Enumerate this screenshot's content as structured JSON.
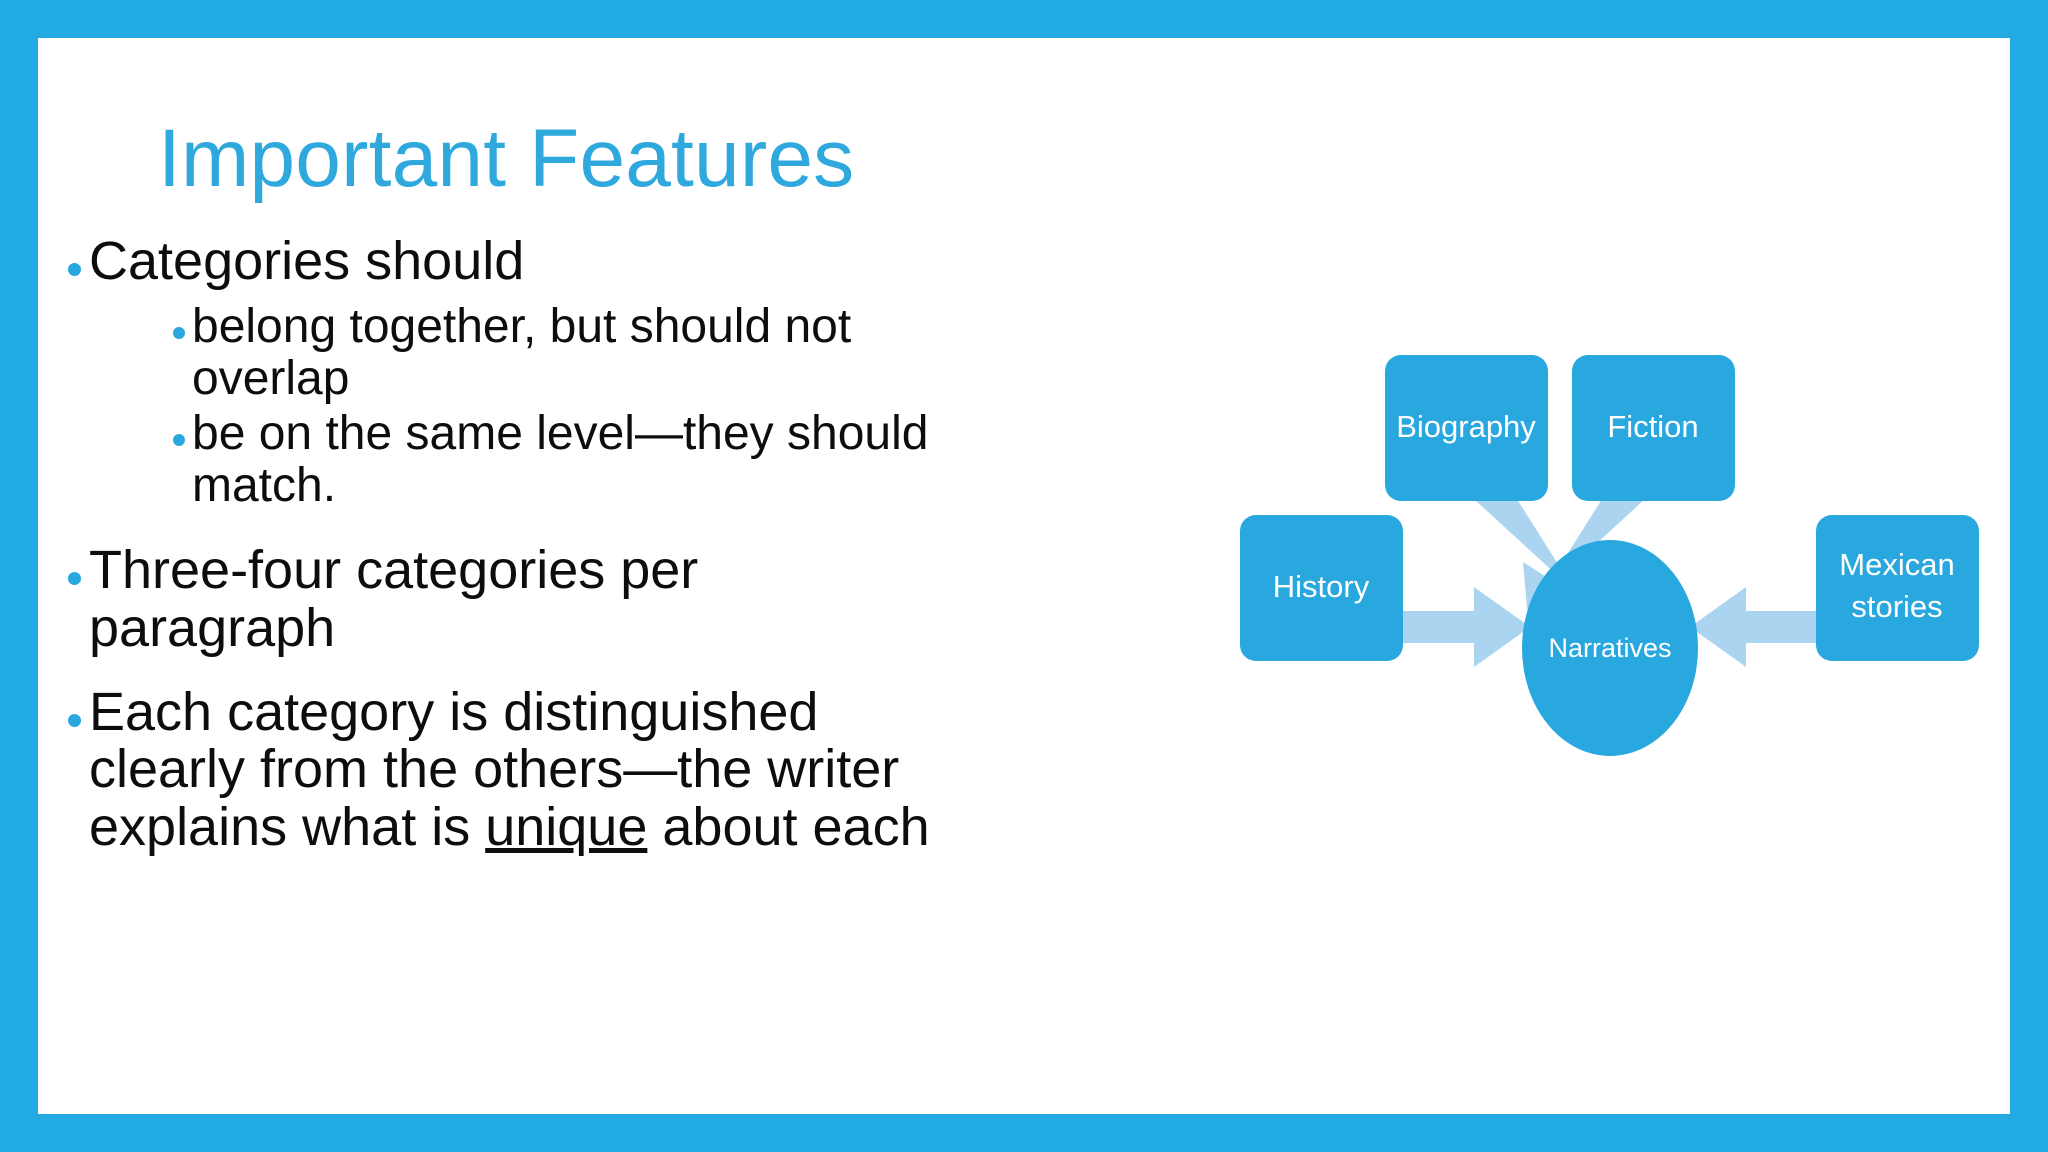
{
  "slide": {
    "title": "Important Features",
    "border_color": "#22abe2",
    "title_color": "#2fa8dd",
    "background_color": "#ffffff"
  },
  "bullets": [
    {
      "level": 1,
      "text": "Categories should"
    },
    {
      "level": 2,
      "text": "belong together, but should not overlap"
    },
    {
      "level": 2,
      "text": "be on the same level—they should match."
    },
    {
      "level": 1,
      "text": "Three-four categories per paragraph"
    },
    {
      "level": 1,
      "text_part_1": "Each category is distinguished clearly from the others—the writer explains what is ",
      "text_underlined": "unique",
      "text_part_2": " about each"
    }
  ],
  "diagram": {
    "type": "radial-converging",
    "center": {
      "label": "Narratives",
      "shape": "ellipse",
      "fill": "#29a8e0",
      "text_color": "#ffffff"
    },
    "arrow_color": "#aad4ef",
    "node_fill": "#29a8e0",
    "node_text_color": "#ffffff",
    "nodes": [
      {
        "id": "biography",
        "label": "Biography",
        "position": "top-left"
      },
      {
        "id": "fiction",
        "label": "Fiction",
        "position": "top-right"
      },
      {
        "id": "history",
        "label": "History",
        "position": "left"
      },
      {
        "id": "mexican-stories",
        "label_line_1": "Mexican",
        "label_line_2": "stories",
        "position": "right"
      }
    ]
  }
}
